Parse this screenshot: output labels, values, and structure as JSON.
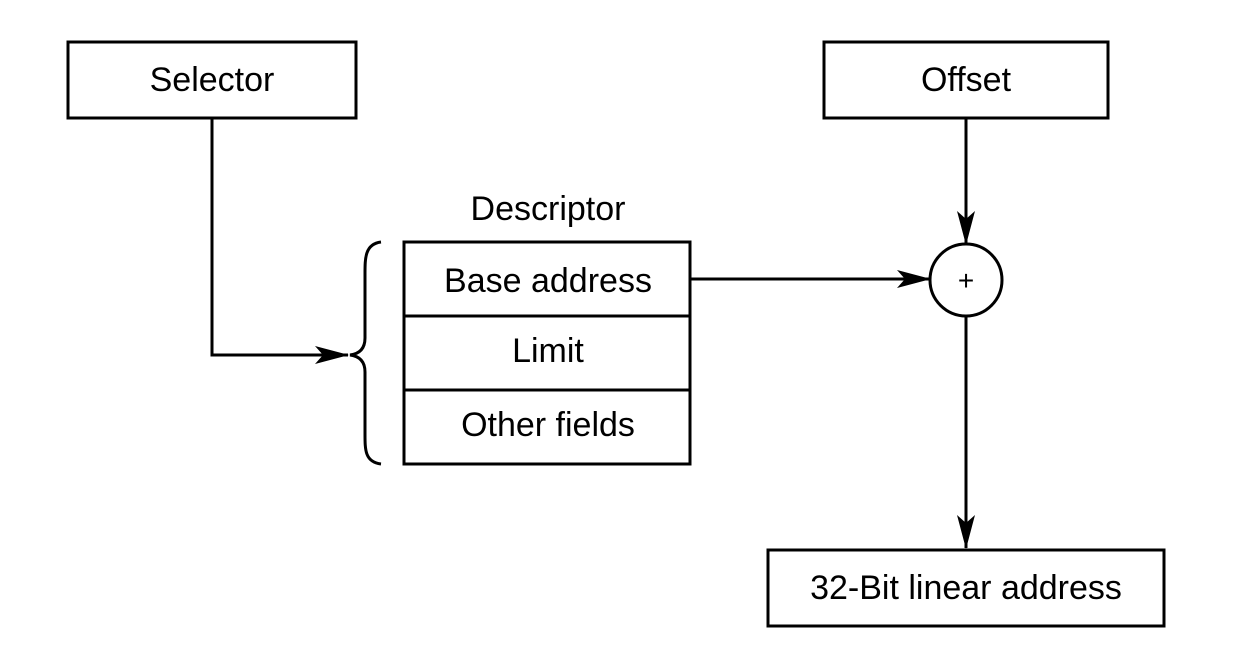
{
  "diagram": {
    "selector_label": "Selector",
    "offset_label": "Offset",
    "descriptor_title": "Descriptor",
    "descriptor_fields": {
      "base_address": "Base address",
      "limit": "Limit",
      "other_fields": "Other fields"
    },
    "adder_symbol": "+",
    "output_label": "32-Bit linear address"
  }
}
